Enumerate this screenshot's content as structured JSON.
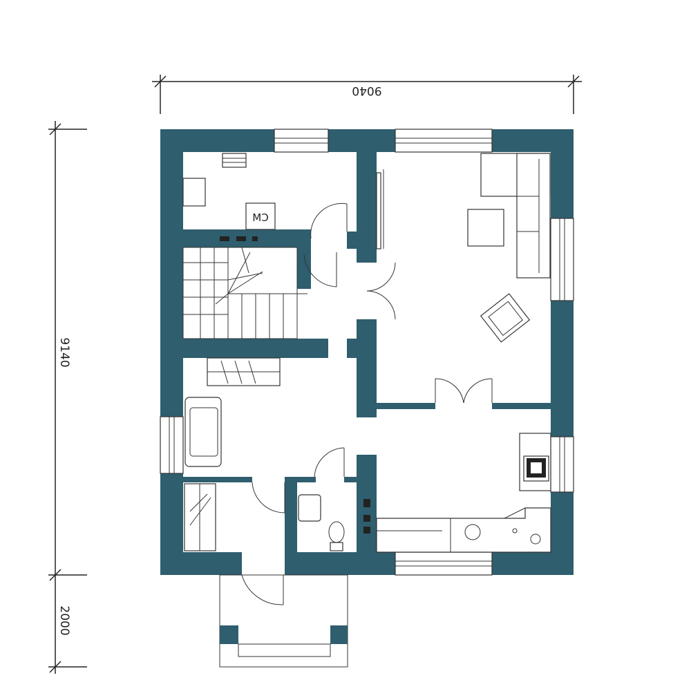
{
  "dimensions": {
    "width": "9040",
    "height": "9140",
    "porch_depth": "2000"
  },
  "labels": {
    "utility_appliance": "CM"
  },
  "colors": {
    "wall": "#2f5e6e"
  }
}
